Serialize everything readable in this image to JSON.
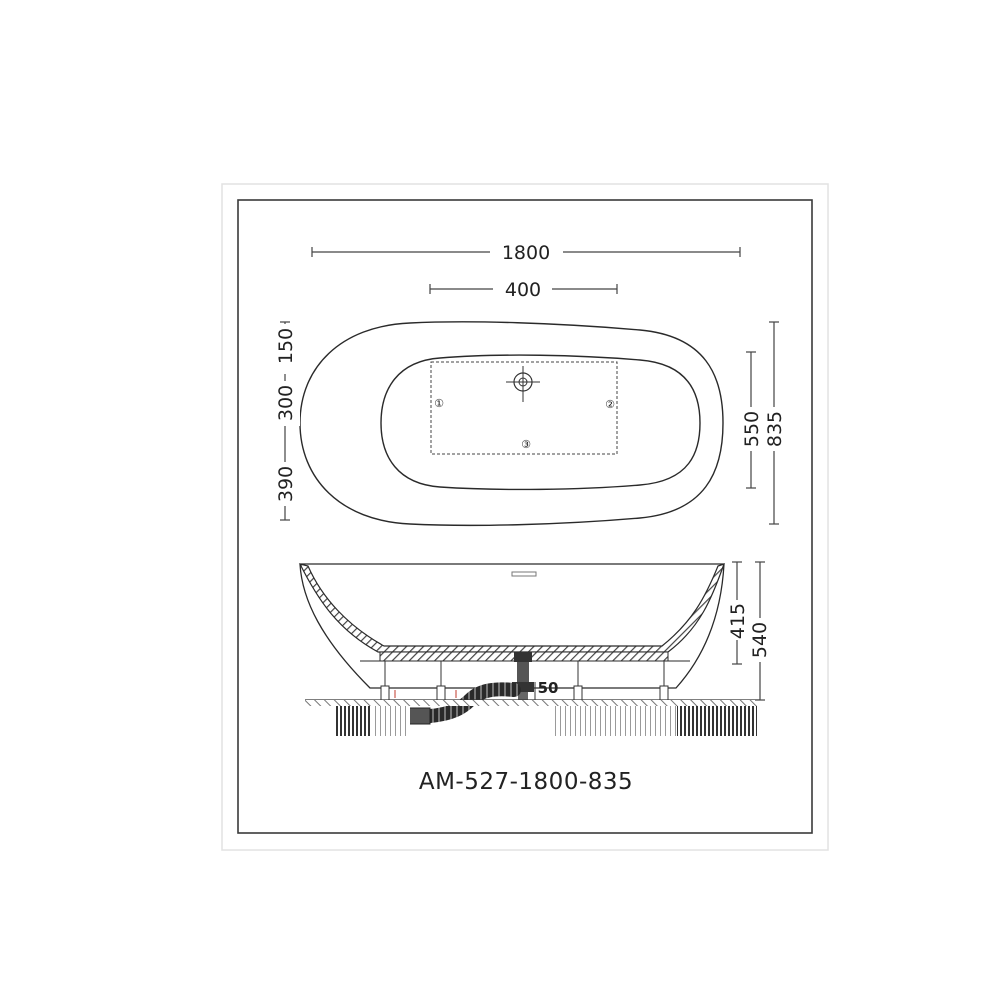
{
  "top_view": {
    "length": "1800",
    "drain_zone_width": "400",
    "offset_top": "150",
    "offset_middle": "300",
    "offset_bottom": "390",
    "inner_width": "550",
    "outer_width": "835",
    "support_labels": [
      "①",
      "②",
      "③"
    ]
  },
  "side_view": {
    "inner_depth": "415",
    "total_height": "540",
    "drain_clearance": "50"
  },
  "model_code": "AM-527-1800-835",
  "colors": {
    "line": "#222222",
    "frame": "#d9d9d9",
    "hatch": "#555555"
  }
}
